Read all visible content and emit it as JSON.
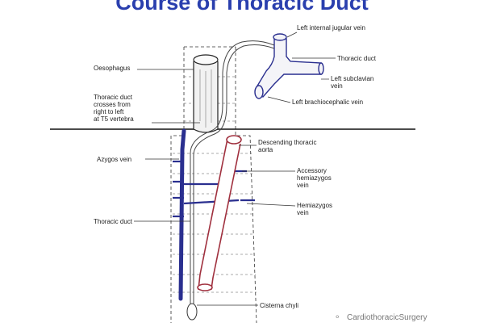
{
  "title": "Course of Thoracic Duct",
  "labels": {
    "left_internal_jugular_vein": "Left internal jugular vein",
    "oesophagus": "Oesophagus",
    "thoracic_duct_top": "Thoracic duct",
    "left_subclavian_vein": "Left subclavian\nvein",
    "left_brachiocephalic_vein": "Left brachiocephalic vein",
    "thoracic_duct_crosses": "Thoracic duct\ncrosses from\nright to left\nat T5 vertebra",
    "descending_thoracic_aorta": "Descending thoracic\naorta",
    "azygos_vein": "Azygos vein",
    "accessory_hemiazygos_vein": "Accessory\nhemiazygos\nvein",
    "hemiazygos_vein": "Hemiazygos\nvein",
    "thoracic_duct_bottom": "Thoracic duct",
    "cisterna_chyli": "Cisterna chyli"
  },
  "watermark": "CardiothoracicSurgery",
  "colors": {
    "title": "#2a3fae",
    "azygos": "#2a2f8f",
    "aorta": "#a0303e",
    "ink": "#333333"
  }
}
